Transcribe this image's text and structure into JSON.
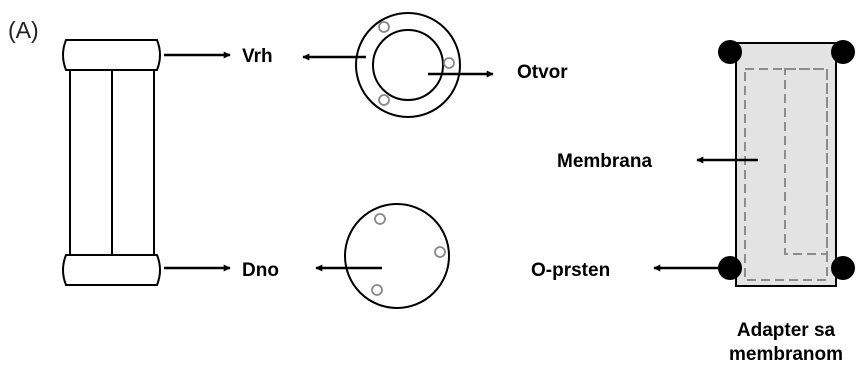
{
  "panel_label": "(A)",
  "labels": {
    "top": "Vrh",
    "opening": "Otvor",
    "bottom": "Dno",
    "membrane": "Membrana",
    "o_ring": "O-prsten",
    "adapter_line1": "Adapter sa",
    "adapter_line2": "membranom"
  },
  "colors": {
    "stroke": "#000000",
    "membrane_fill": "#e3e3e3",
    "dashed_outline": "#8c8c8c",
    "hole_outline": "#888888"
  }
}
